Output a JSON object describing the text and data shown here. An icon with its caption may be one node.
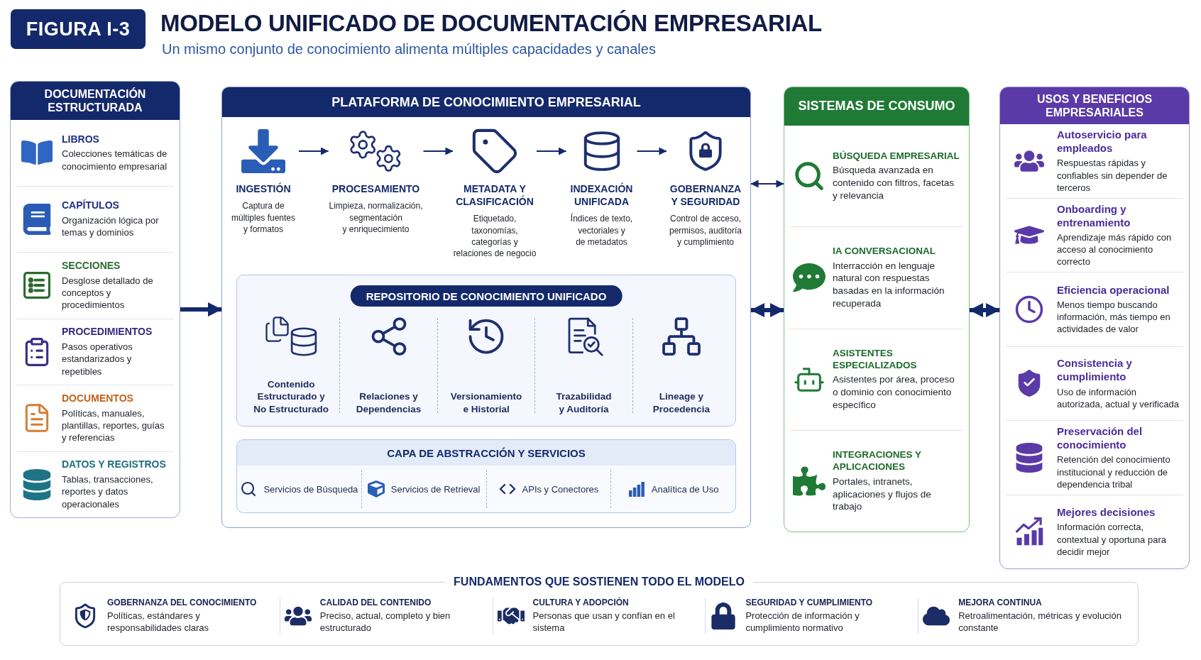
{
  "diagram": {
    "title": "MODELO UNIFICADO DE DOCUMENTACIÓN EMPRESARIAL",
    "nodes": [
      {
        "text": [
          "DOCUMENTACIÓN ESTRUCTURADA"
        ]
      },
      {
        "text": [
          "LIBROS",
          "Colecciones temáticas de conocimiento empresarial"
        ],
        "in": 0
      },
      {
        "text": [
          "CAPÍTULOS",
          "Organización lógica por temas y dominios"
        ],
        "in": 0
      },
      {
        "text": [
          "SECCIONES",
          "Desglose detallado de conceptos y procedimientos"
        ],
        "in": 0
      },
      {
        "text": [
          "PROCEDIMIENTOS",
          "Pasos operativos estandarizados y repetibles"
        ],
        "in": 0
      },
      {
        "text": [
          "DOCUMENTOS",
          "Políticas, manuales, plantillas, reportes, guías y referencias"
        ],
        "in": 0
      },
      {
        "text": [
          "DATOS Y REGISTROS",
          "Tablas, transacciones, reportes y datos operacionales"
        ],
        "in": 0
      },
      {
        "text": [
          "PLATAFORMA DE CONOCIMIENTO EMPRESARIAL"
        ]
      },
      {
        "text": [
          "INGESTIÓN",
          "Captura de múltiples fuentes y formatos"
        ],
        "in": 7
      },
      {
        "text": [
          "PROCESAMIENTO",
          "Limpieza, normalización, segmentación y enriquecimiento"
        ],
        "in": 7
      },
      {
        "text": [
          "METADATA Y CLASIFICACIÓN",
          "Etiquetado, taxonomías, categorías y relaciones de negocio"
        ],
        "in": 7
      },
      {
        "text": [
          "INDEXACIÓN UNIFICADA",
          "Índices de texto, vectoriales y de metadatos"
        ],
        "in": 7
      },
      {
        "text": [
          "GOBERNANZA Y SEGURIDAD",
          "Control de acceso, permisos, auditoría y cumplimiento"
        ],
        "in": 7
      },
      {
        "text": [
          "REPOSITORIO DE CONOCIMIENTO UNIFICADO"
        ],
        "in": 7
      },
      {
        "text": [
          "Contenido Estructurado y No Estructurado"
        ],
        "in": 13
      },
      {
        "text": [
          "Relaciones y Dependencias"
        ],
        "in": 13
      },
      {
        "text": [
          "Versionamiento e Historial"
        ],
        "in": 13
      },
      {
        "text": [
          "Trazabilidad y Auditoría"
        ],
        "in": 13
      },
      {
        "text": [
          "Lineage y Procedencia"
        ],
        "in": 13
      },
      {
        "text": [
          "CAPA DE ABSTRACCIÓN Y SERVICIOS"
        ],
        "in": 7
      },
      {
        "text": [
          "Servicios de Búsqueda"
        ],
        "in": 19
      },
      {
        "text": [
          "Servicios de Retrieval"
        ],
        "in": 19
      },
      {
        "text": [
          "APIs y Conectores"
        ],
        "in": 19
      },
      {
        "text": [
          "Analítica de Uso"
        ],
        "in": 19
      },
      {
        "text": [
          "SISTEMAS DE CONSUMO"
        ]
      },
      {
        "text": [
          "BÚSQUEDA EMPRESARIAL",
          "Búsqueda avanzada en contenido con filtros, facetas y relevancia"
        ],
        "in": 24
      },
      {
        "text": [
          "IA CONVERSACIONAL",
          "Interracción en lenguaje natural con respuestas basadas en la información recuperada"
        ],
        "in": 24
      },
      {
        "text": [
          "ASISTENTES ESPECIALIZADOS",
          "Asistentes por área, proceso o dominio con conocimiento específico"
        ],
        "in": 24
      },
      {
        "text": [
          "INTEGRACIONES Y APLICACIONES",
          "Portales, intranets, aplicaciones y flujos de trabajo"
        ],
        "in": 24
      },
      {
        "text": [
          "USOS Y BENEFICIOS EMPRESARIALES"
        ]
      },
      {
        "text": [
          "Autoservicio para empleados",
          "Respuestas rápidas y confiables sin depender de terceros"
        ],
        "in": 29
      },
      {
        "text": [
          "Onboarding y entrenamiento",
          "Aprendizaje más rápido con acceso al conocimiento correcto"
        ],
        "in": 29
      },
      {
        "text": [
          "Eficiencia operacional",
          "Menos tiempo buscando información, más tiempo en actividades de valor"
        ],
        "in": 29
      },
      {
        "text": [
          "Consistencia y cumplimiento",
          "Uso de información autorizada, actual y verificada"
        ],
        "in": 29
      },
      {
        "text": [
          "Preservación del conocimiento",
          "Retención del conocimiento institucional y reducción de dependencia tribal"
        ],
        "in": 29
      },
      {
        "text": [
          "Mejores decisiones",
          "Información correcta, contextual y oportuna para decidir mejor"
        ],
        "in": 29
      },
      {
        "text": [
          "FUNDAMENTOS QUE SOSTIENEN TODO EL MODELO"
        ]
      },
      {
        "text": [
          "GOBERNANZA DEL CONOCIMIENTO",
          "Políticas, estándares y responsabilidades claras"
        ],
        "in": 36
      },
      {
        "text": [
          "CALIDAD DEL CONTENIDO",
          "Preciso, actual, completo y bien estructurado"
        ],
        "in": 36
      },
      {
        "text": [
          "CULTURA Y ADOPCIÓN",
          "Personas que usan y confían en el sistema"
        ],
        "in": 36
      },
      {
        "text": [
          "SEGURIDAD Y CUMPLIMIENTO",
          "Protección de información y cumplimiento normativo"
        ],
        "in": 36
      },
      {
        "text": [
          "MEJORA CONTINUA",
          "Retroalimentación, métricas y evolución constante"
        ],
        "in": 36
      }
    ],
    "edges": [
      {
        "from": 0,
        "to": 7,
        "arrow": "to",
        "style": "thick"
      },
      {
        "from": 8,
        "to": 9,
        "arrow": "to"
      },
      {
        "from": 9,
        "to": 10,
        "arrow": "to"
      },
      {
        "from": 10,
        "to": 11,
        "arrow": "to"
      },
      {
        "from": 11,
        "to": 12,
        "arrow": "to"
      },
      {
        "from": 7,
        "to": 24,
        "arrow": "both"
      },
      {
        "from": 7,
        "to": 24,
        "arrow": "both",
        "style": "thick"
      },
      {
        "from": 24,
        "to": 29,
        "arrow": "both",
        "style": "thick"
      }
    ],
    "labels": [
      "FIGURA I-3",
      "Un mismo conjunto de conocimiento alimenta múltiples capacidades y canales"
    ]
  }
}
